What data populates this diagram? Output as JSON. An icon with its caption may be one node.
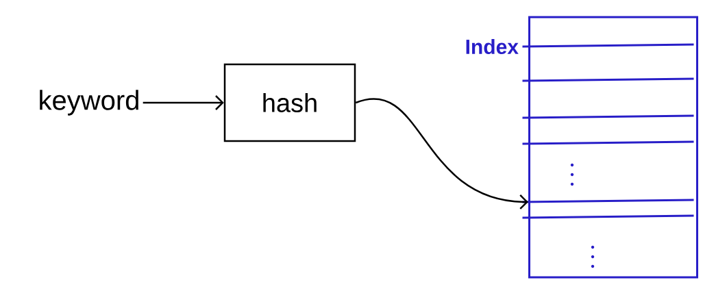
{
  "diagram": {
    "nodes": [
      {
        "text": [
          "keyword"
        ]
      },
      {
        "text": [
          "hash"
        ]
      },
      {
        "text": [
          "Index"
        ]
      }
    ],
    "edges": [
      {
        "from": 0,
        "to": 1,
        "arrow": "to"
      },
      {
        "from": 1,
        "to": 2,
        "arrow": "to"
      }
    ]
  }
}
